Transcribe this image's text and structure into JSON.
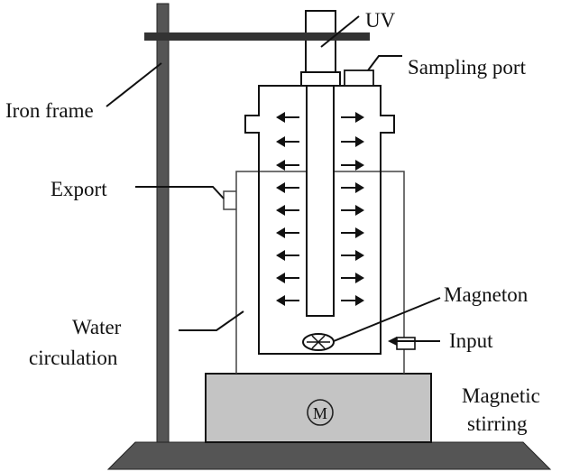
{
  "labels": {
    "uv": "UV",
    "sampling_port": "Sampling port",
    "iron_frame": "Iron frame",
    "export": "Export",
    "magneton": "Magneton",
    "water_circulation_line1": "Water",
    "water_circulation_line2": "circulation",
    "input": "Input",
    "magnetic_stirring_line1": "Magnetic",
    "magnetic_stirring_line2": "stirring",
    "motor_symbol": "M"
  },
  "colors": {
    "stand": "#555555",
    "base_box": "#c4c4c4",
    "outline": "#111111"
  },
  "icons": {
    "light_arrow_left": "arrow-left-icon",
    "light_arrow_right": "arrow-right-icon",
    "magneton": "stir-bar-icon",
    "motor": "motor-icon"
  }
}
